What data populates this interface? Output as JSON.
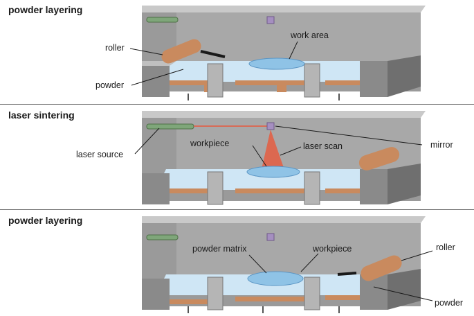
{
  "panels": [
    {
      "title": "powder layering",
      "labels": {
        "roller": "roller",
        "work_area": "work area",
        "powder": "powder"
      }
    },
    {
      "title": "laser sintering",
      "labels": {
        "laser_source": "laser source",
        "workpiece": "workpiece",
        "laser_scan": "laser scan",
        "mirror": "mirror"
      }
    },
    {
      "title": "powder layering",
      "labels": {
        "powder_matrix": "powder matrix",
        "workpiece": "workpiece",
        "roller": "roller",
        "powder": "powder"
      }
    }
  ],
  "colors": {
    "steel": "#9a9a9a",
    "steel_dark": "#6f6f6f",
    "steel_light": "#c9c9c9",
    "powder": "#cfe6f5",
    "part": "#8fc3e6",
    "copper": "#c98a5e",
    "laser": "#e8573a",
    "source": "#7fa67a",
    "mirror": "#a58fc0"
  }
}
